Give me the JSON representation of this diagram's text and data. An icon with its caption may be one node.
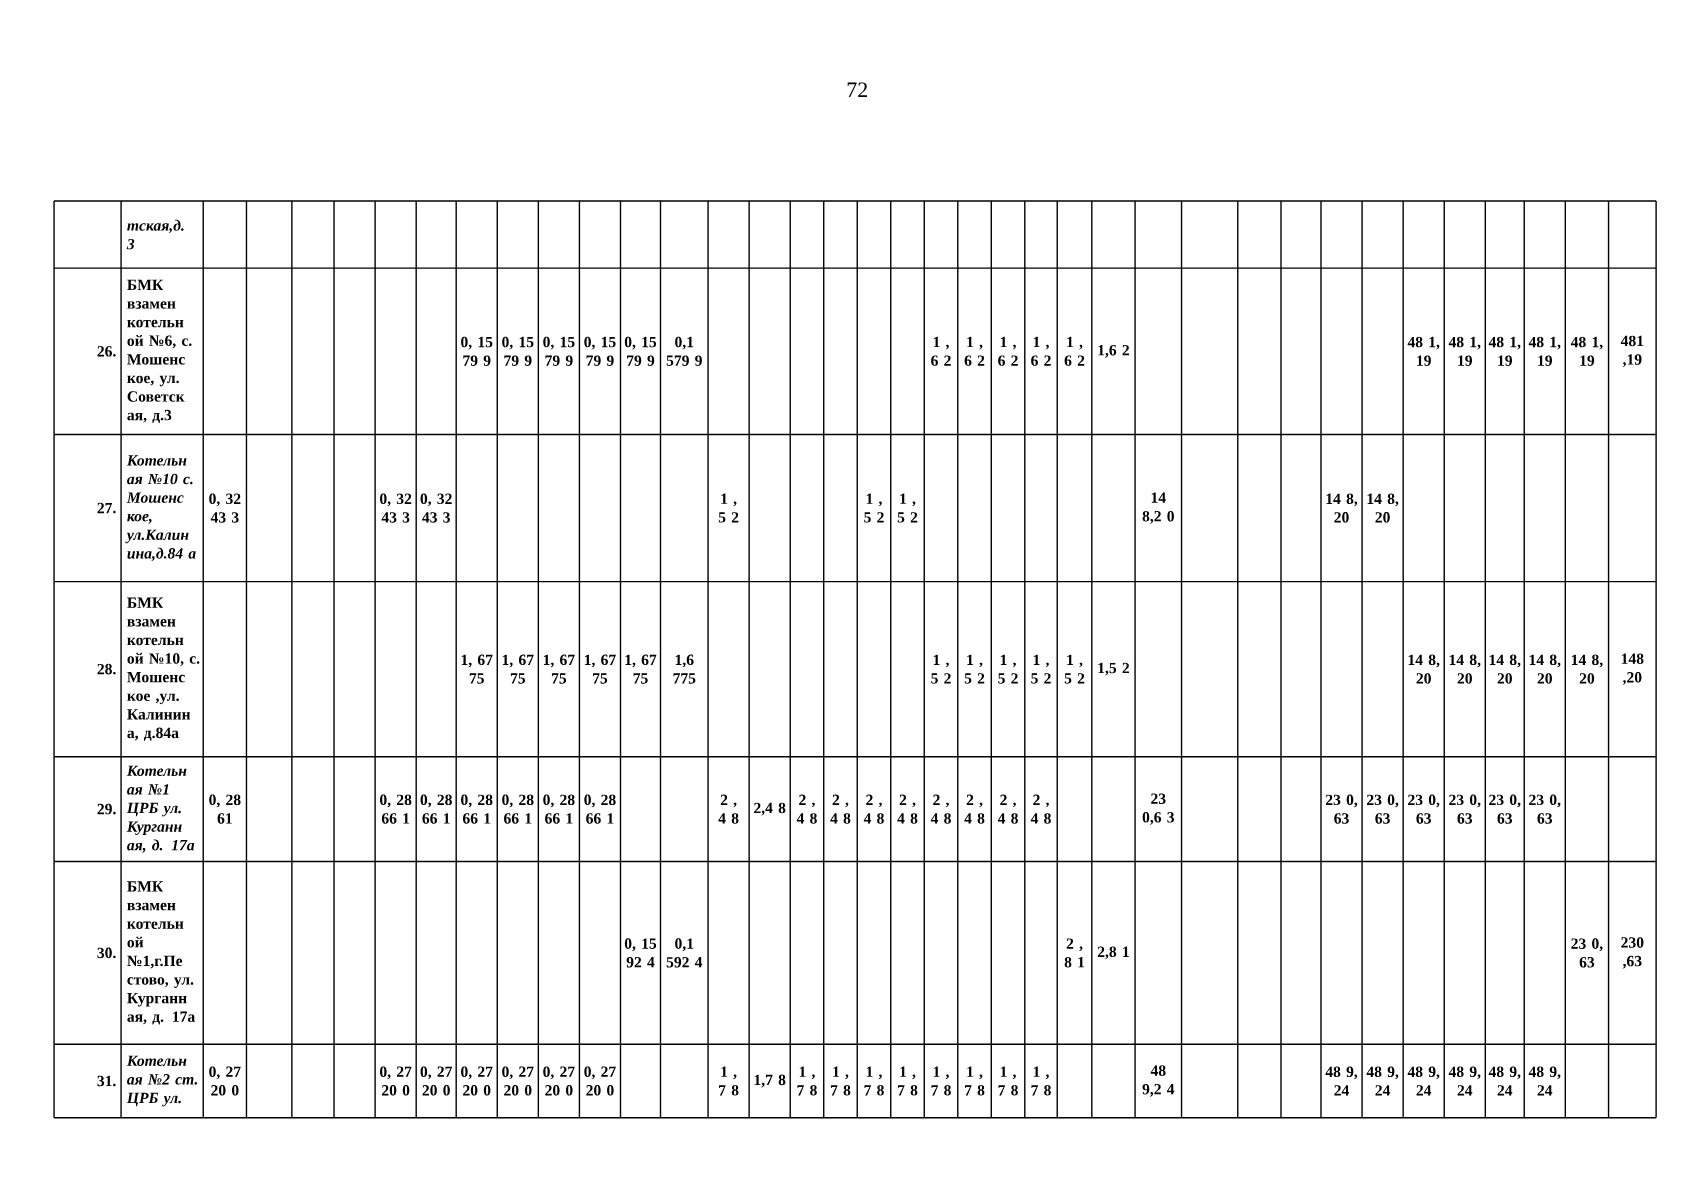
{
  "diagram": {
    "labels": [
      "72",
      "тская,д. 3",
      "26.",
      "БМК взамен котельн ой №6, с. Мошенс кое, ул. Советск ая, д.3",
      "0, 15 79 9",
      "0, 15 79 9",
      "0, 15 79 9",
      "0, 15 79 9",
      "0, 15 79 9",
      "0,1 579 9",
      "1 , 6 2",
      "1 , 6 2",
      "1 , 6 2",
      "1 , 6 2",
      "1 , 6 2",
      "1,6 2",
      "48 1, 19",
      "48 1, 19",
      "48 1, 19",
      "48 1, 19",
      "48 1, 19",
      "481 ,19",
      "27.",
      "Котельн ая №10 с. Мошенс кое, ул.Калин ина,д.84 а",
      "0, 32 43 3",
      "0, 32 43 3",
      "0, 32 43 3",
      "1 , 5 2",
      "1 , 5 2",
      "1 , 5 2",
      "14 8,2 0",
      "14 8, 20",
      "14 8, 20",
      "28.",
      "БМК взамен котельн ой №10, с. Мошенс кое ,ул. Калинин а, д.84а",
      "1, 67 75",
      "1, 67 75",
      "1, 67 75",
      "1, 67 75",
      "1, 67 75",
      "1,6 775",
      "1 , 5 2",
      "1 , 5 2",
      "1 , 5 2",
      "1 , 5 2",
      "1 , 5 2",
      "1,5 2",
      "14 8, 20",
      "14 8, 20",
      "14 8, 20",
      "14 8, 20",
      "14 8, 20",
      "148 ,20",
      "29.",
      "Котельн ая №1 ЦРБ ул. Курганн ая, д. 17а",
      "0, 28 61",
      "0, 28 66 1",
      "0, 28 66 1",
      "0, 28 66 1",
      "0, 28 66 1",
      "0, 28 66 1",
      "0, 28 66 1",
      "2 , 4 8",
      "2,4 8",
      "2 , 4 8",
      "2 , 4 8",
      "2 , 4 8",
      "2 , 4 8",
      "2 , 4 8",
      "2 , 4 8",
      "2 , 4 8",
      "2 , 4 8",
      "23 0,6 3",
      "23 0, 63",
      "23 0, 63",
      "23 0, 63",
      "23 0, 63",
      "23 0, 63",
      "23 0, 63",
      "30.",
      "БМК взамен котельн ой №1,г.Пе стово, ул. Курганн ая, д. 17а",
      "0, 15 92 4",
      "0,1 592 4",
      "2 , 8 1",
      "2,8 1",
      "23 0, 63",
      "230 ,63",
      "31.",
      "Котельн ая №2 ст. ЦРБ ул.",
      "0, 27 20 0",
      "0, 27 20 0",
      "0, 27 20 0",
      "0, 27 20 0",
      "0, 27 20 0",
      "0, 27 20 0",
      "0, 27 20 0",
      "1 , 7 8",
      "1,7 8",
      "1 , 7 8",
      "1 , 7 8",
      "1 , 7 8",
      "1 , 7 8",
      "1 , 7 8",
      "1 , 7 8",
      "1 , 7 8",
      "1 , 7 8",
      "48 9,2 4",
      "48 9, 24",
      "48 9, 24",
      "48 9, 24",
      "48 9, 24",
      "48 9, 24",
      "48 9, 24"
    ]
  }
}
